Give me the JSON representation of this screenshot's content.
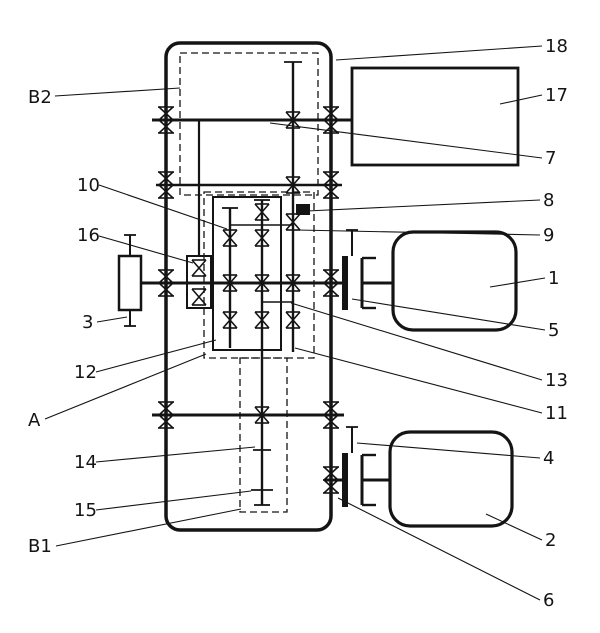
{
  "figure": {
    "kind": "mechanical-transmission-schematic"
  },
  "colors": {
    "ink": "#141414",
    "background": "#ffffff"
  },
  "labels": {
    "b2": "B2",
    "n10": "10",
    "n16": "16",
    "n3": "3",
    "n12": "12",
    "a": "A",
    "n14": "14",
    "n15": "15",
    "b1": "B1",
    "n18": "18",
    "n17": "17",
    "n7": "7",
    "n8": "8",
    "n9": "9",
    "n1": "1",
    "n5": "5",
    "n13": "13",
    "n11": "11",
    "n4": "4",
    "n2": "2",
    "n6": "6"
  }
}
